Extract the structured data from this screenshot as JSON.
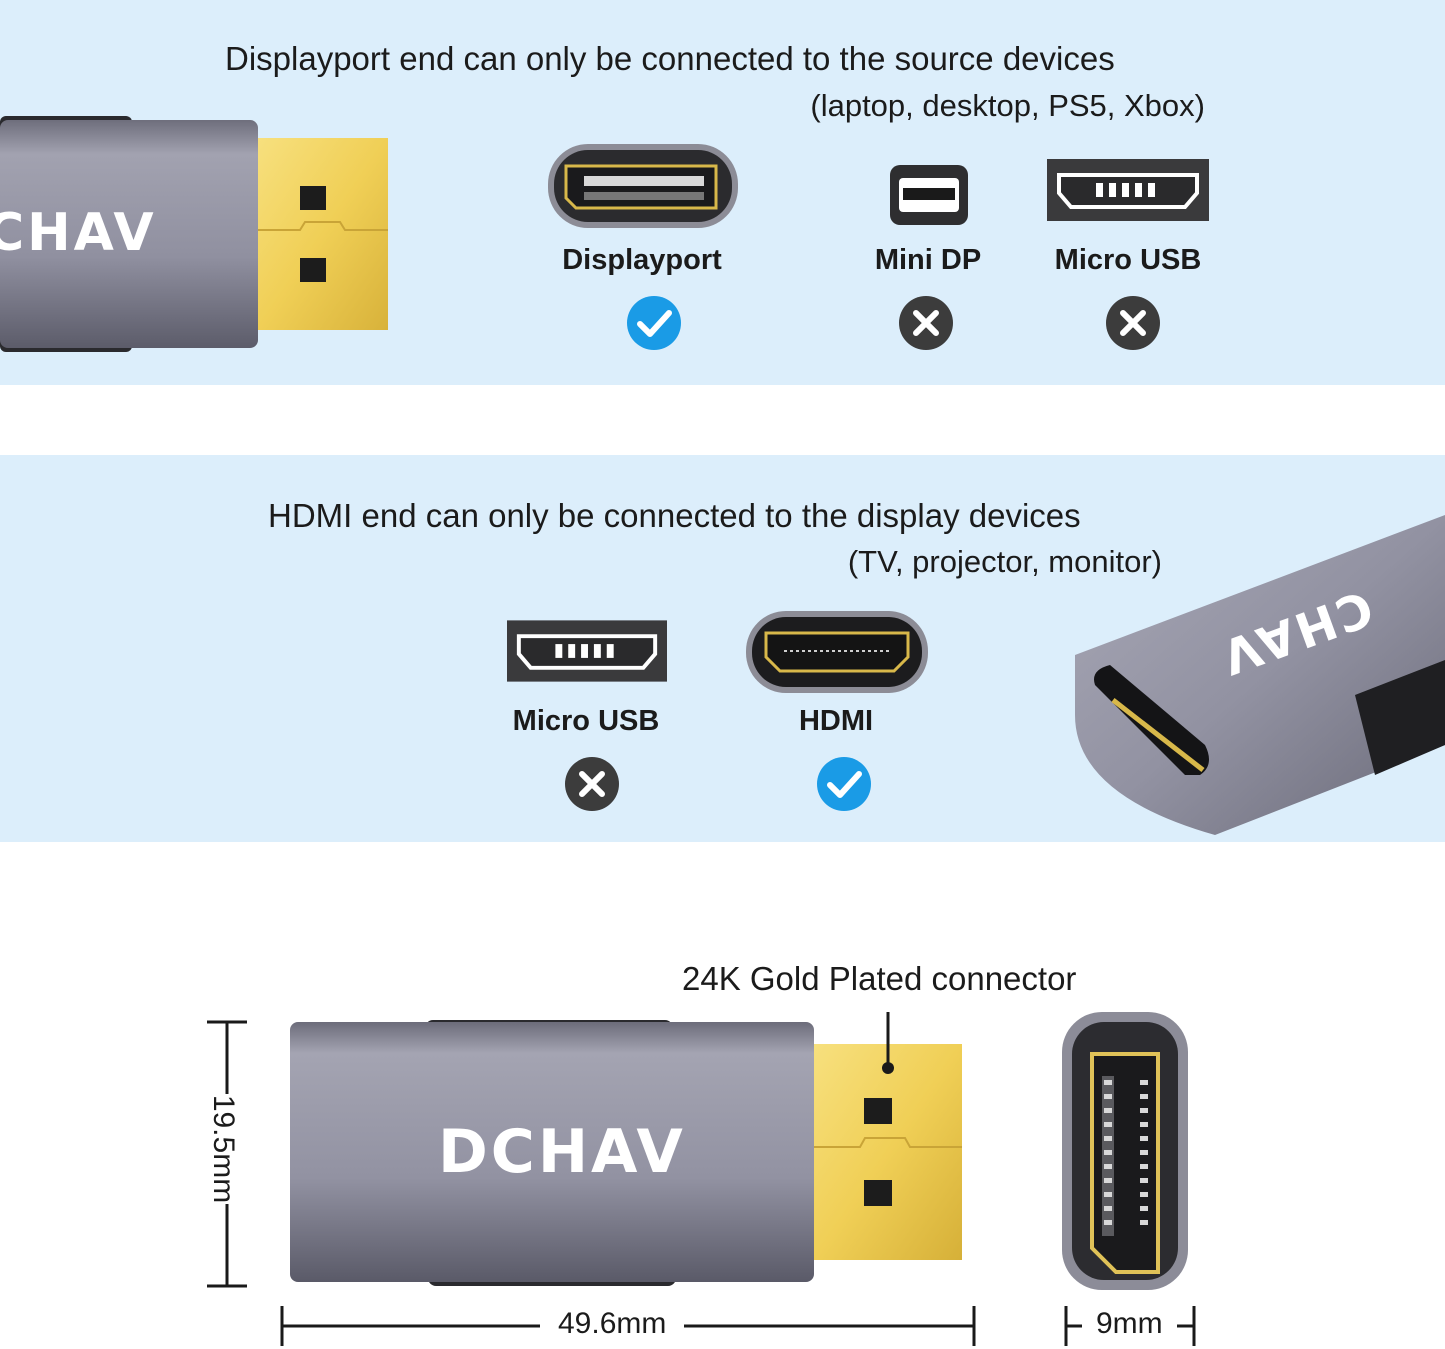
{
  "displayport_section": {
    "heading": "Displayport end can only be connected to the source devices",
    "subheading": "(laptop, desktop, PS5, Xbox)",
    "ports": [
      {
        "label": "Displayport",
        "status": "check-icon"
      },
      {
        "label": "Mini DP",
        "status": "cross-icon"
      },
      {
        "label": "Micro USB",
        "status": "cross-icon"
      }
    ]
  },
  "hdmi_section": {
    "heading": "HDMI end can only be connected to the display devices",
    "subheading": "(TV, projector, monitor)",
    "ports": [
      {
        "label": "Micro USB",
        "status": "cross-icon"
      },
      {
        "label": "HDMI",
        "status": "check-icon"
      }
    ]
  },
  "dimensions": {
    "callout": "24K Gold Plated connector",
    "height": "19.5mm",
    "length": "49.6mm",
    "thickness": "9mm",
    "brand": "DCHAV"
  },
  "colors": {
    "panel": "#dceefb",
    "check": "#1a9be6",
    "cross": "#3c3c3c",
    "gold": "#f2d35c",
    "shell": "#8e8e9c"
  }
}
